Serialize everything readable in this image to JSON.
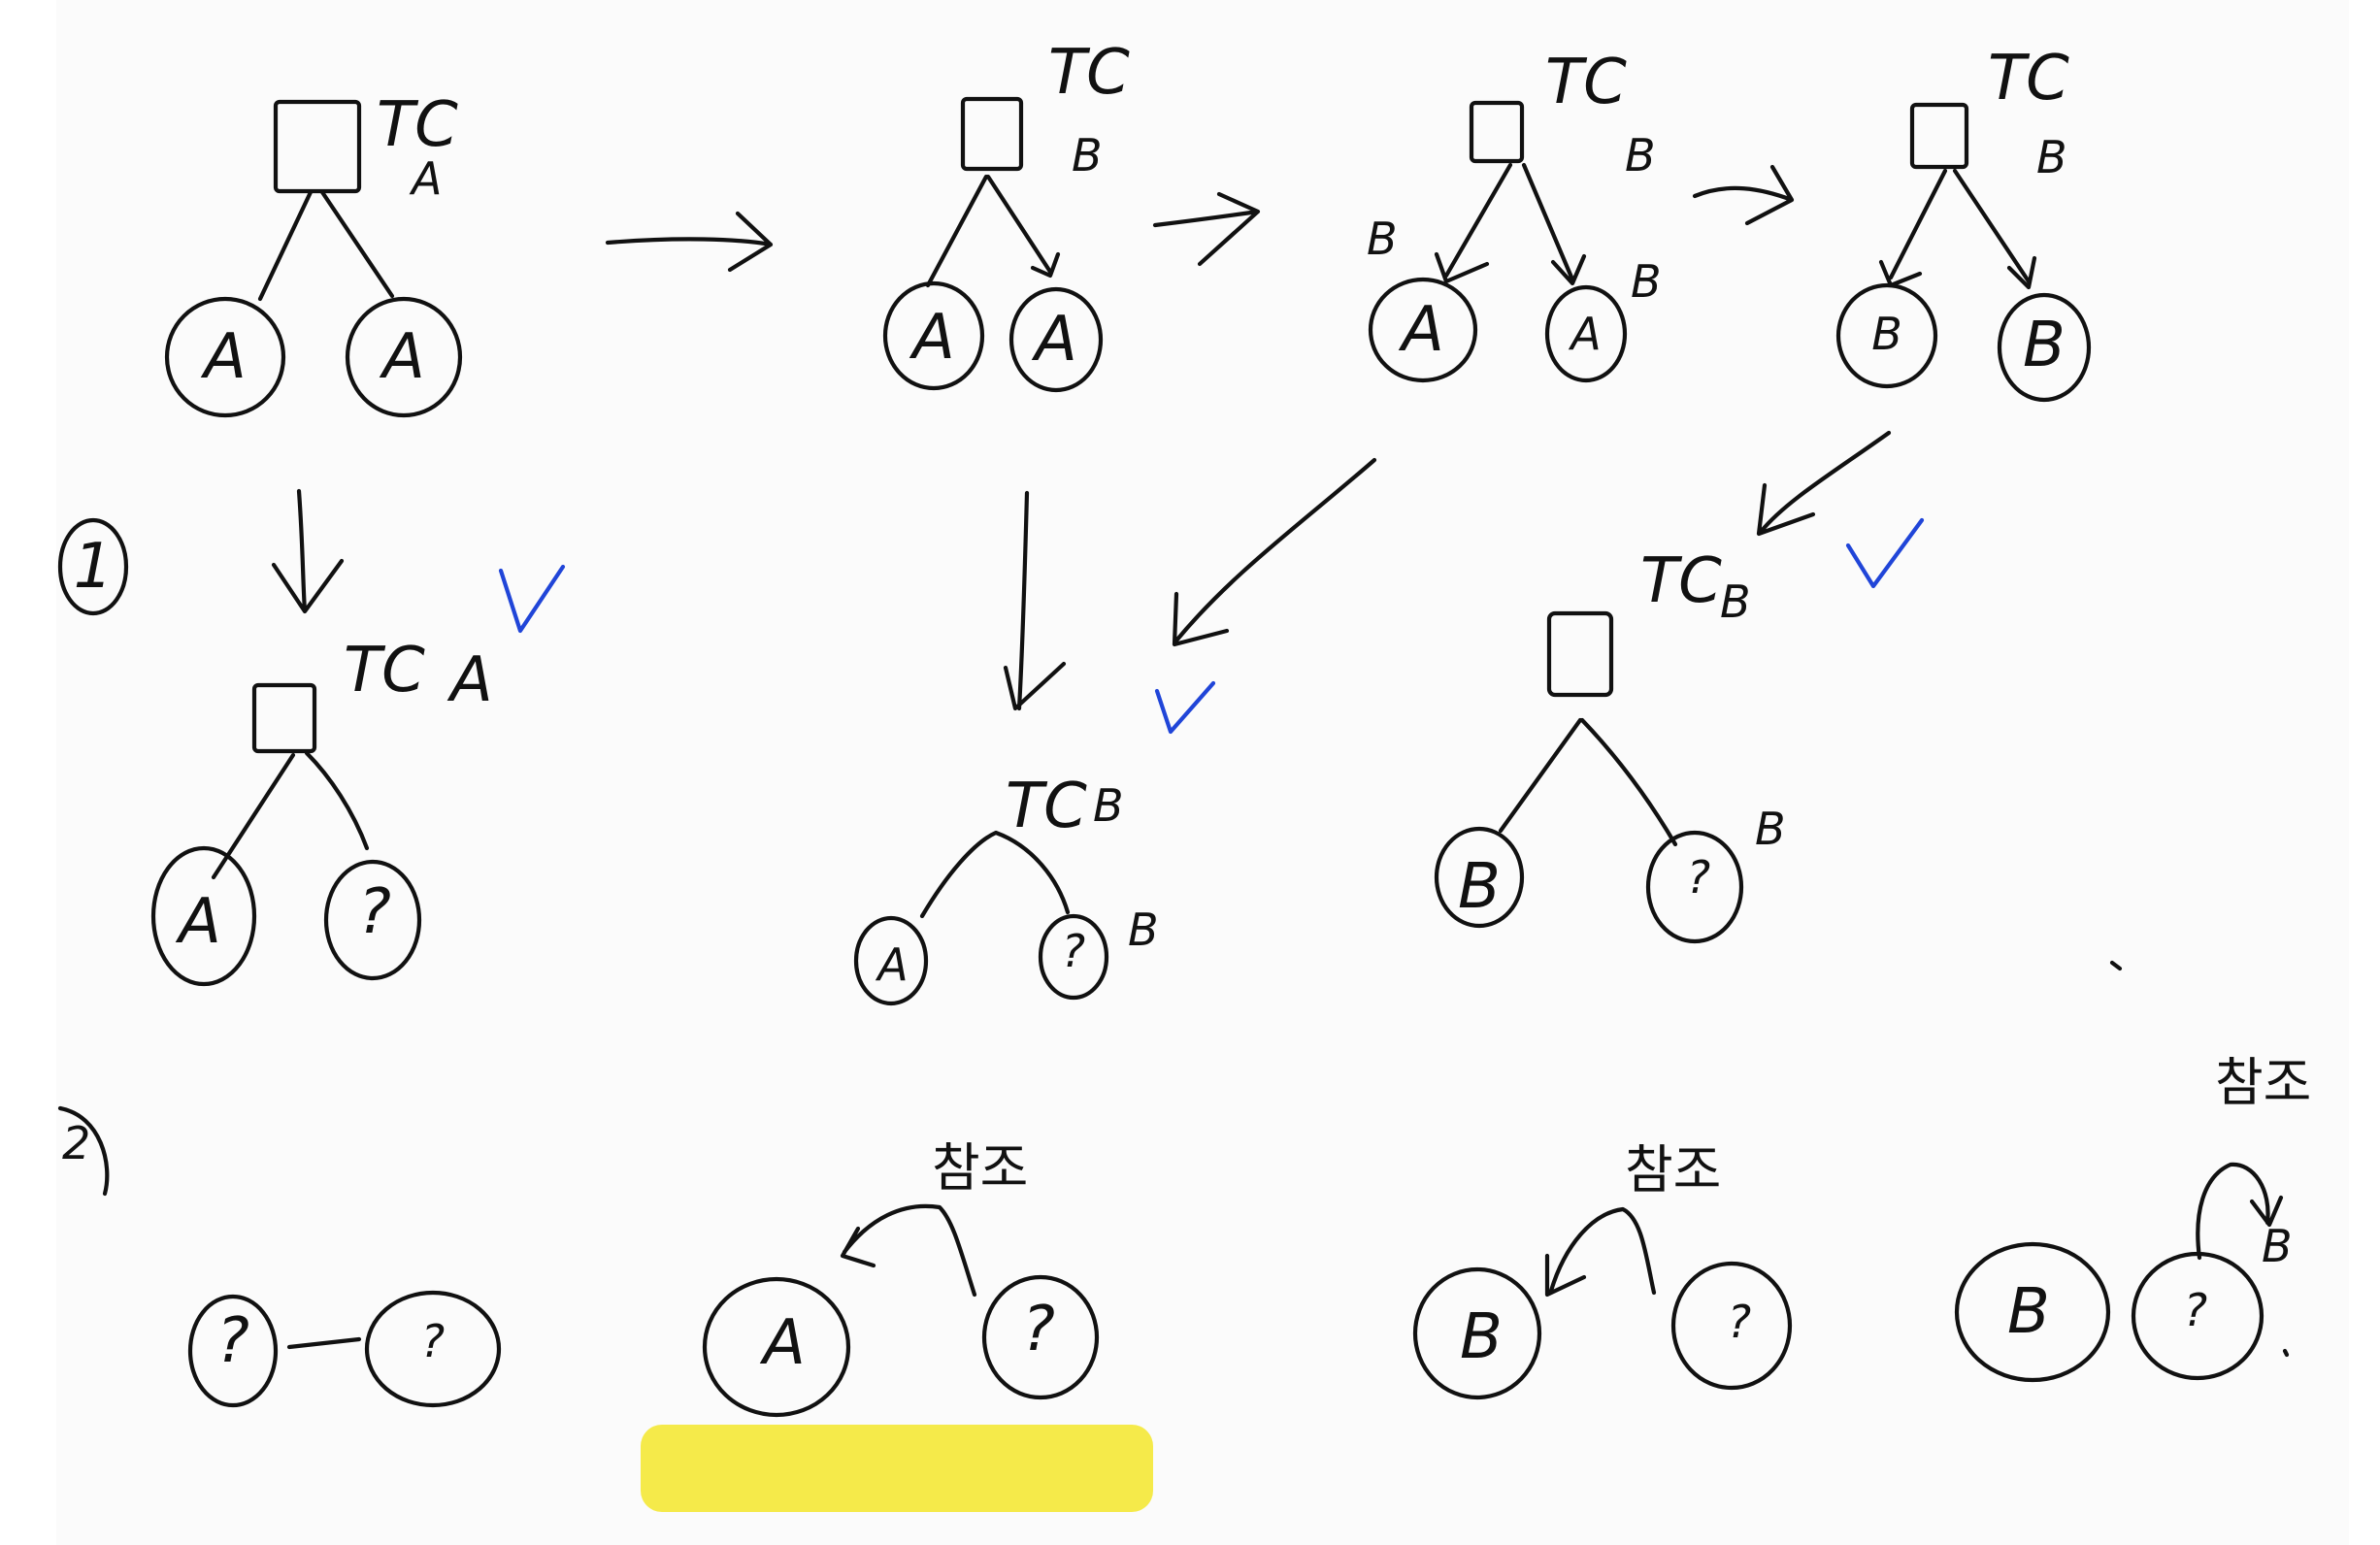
{
  "sketch": {
    "tc": "TC",
    "A": "A",
    "B": "B",
    "unknown": "?",
    "section1": "1",
    "section2": "2",
    "reference": "참조"
  },
  "colors": {
    "ink": "#111111",
    "check": "#2045d8",
    "highlight": "#f5ea4a",
    "paper": "#fbfbfb"
  }
}
